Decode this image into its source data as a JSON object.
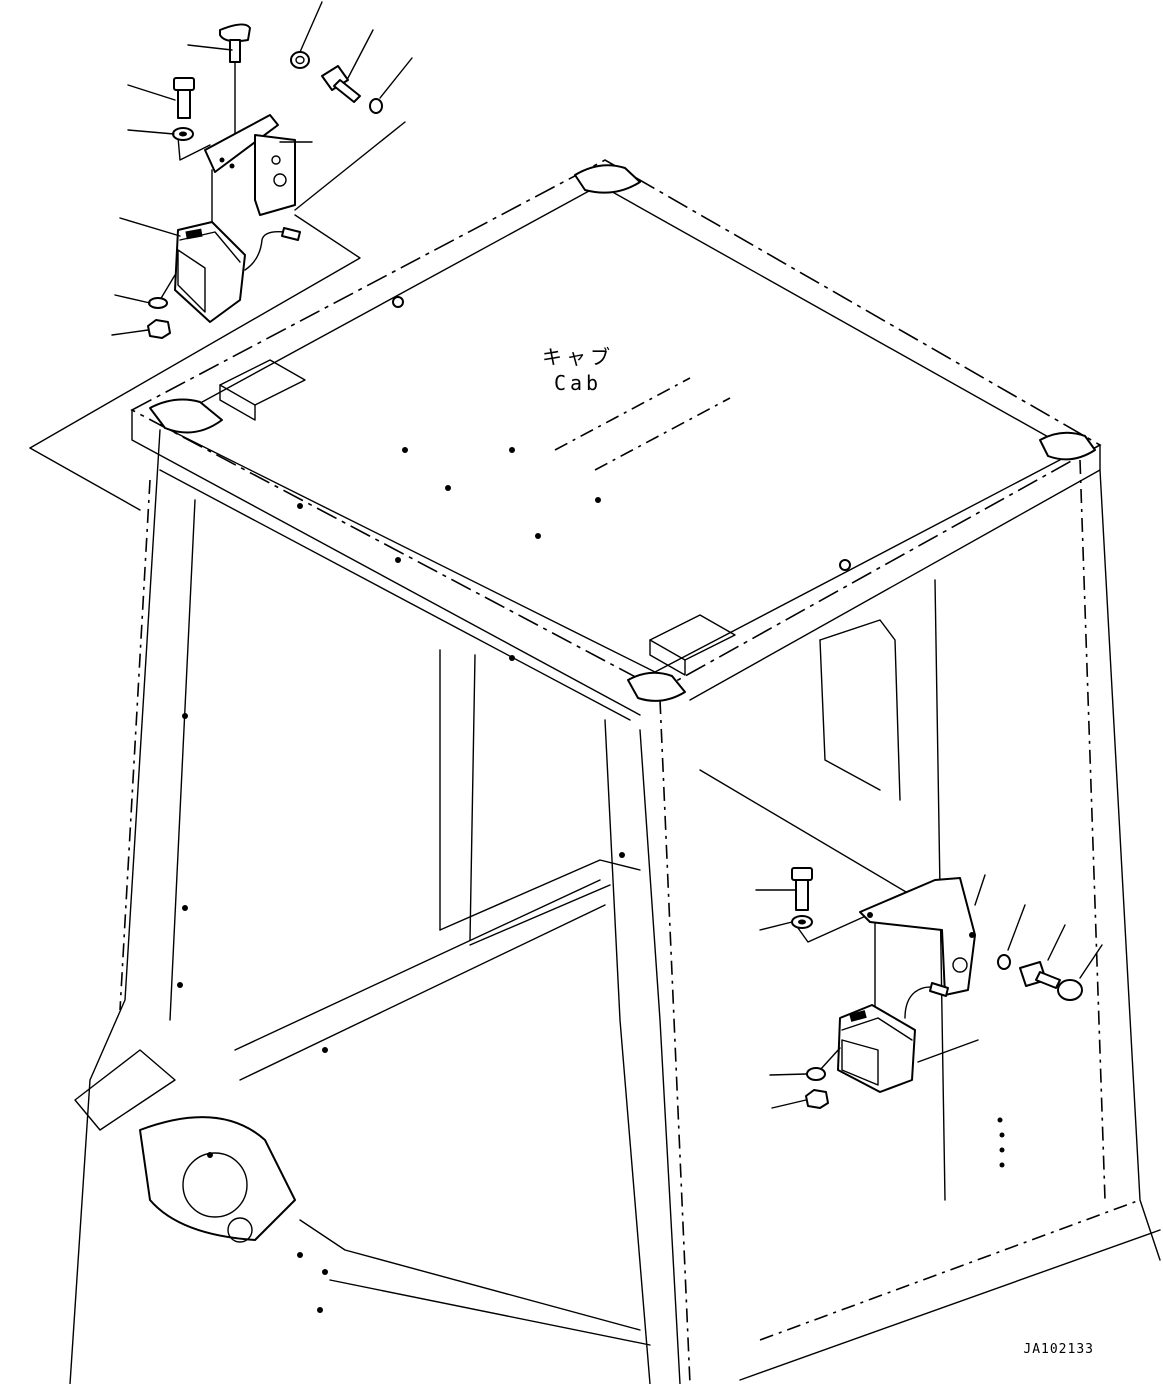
{
  "diagram": {
    "cab_label_jp": "キャブ",
    "cab_label_en": "Cab",
    "drawing_number": "JA102133"
  }
}
